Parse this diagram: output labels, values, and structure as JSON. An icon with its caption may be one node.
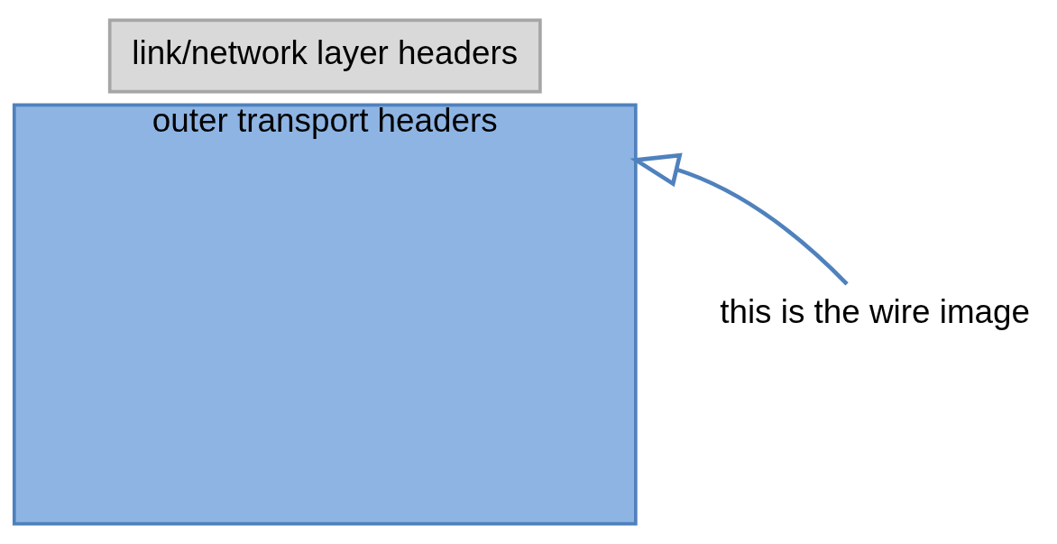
{
  "diagram": {
    "nodes": [
      {
        "text": [
          "link/network layer headers"
        ]
      },
      {
        "text": [
          "outer transport headers"
        ]
      },
      {
        "text": [
          "this is the wire image"
        ]
      }
    ],
    "edges": [
      {
        "from": 2,
        "to": 1,
        "arrow": "to"
      }
    ]
  }
}
